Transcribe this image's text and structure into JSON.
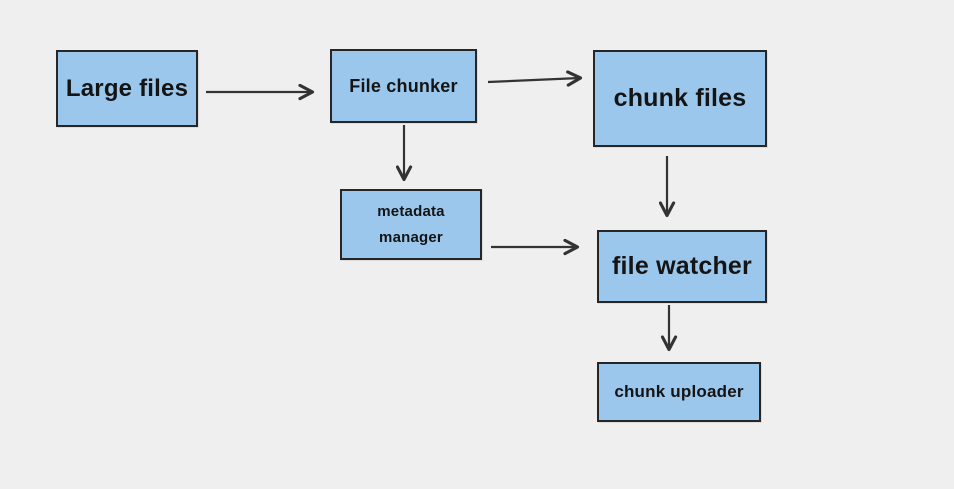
{
  "canvas": {
    "background_color": "#efefef"
  },
  "style": {
    "node_fill_color": "#9cc7ec",
    "node_border_color": "#262626",
    "arrow_color": "#333333",
    "text_color": "#141414"
  },
  "nodes": {
    "large_files": {
      "label": "Large files"
    },
    "file_chunker": {
      "label": "File chunker"
    },
    "chunk_files": {
      "label": "chunk files"
    },
    "metadata_manager": {
      "label": "metadata\nmanager"
    },
    "file_watcher": {
      "label": "file watcher"
    },
    "chunk_uploader": {
      "label": "chunk uploader"
    }
  },
  "edges": [
    {
      "from": "Large files",
      "to": "File chunker"
    },
    {
      "from": "File chunker",
      "to": "chunk files"
    },
    {
      "from": "File chunker",
      "to": "metadata manager"
    },
    {
      "from": "chunk files",
      "to": "file watcher"
    },
    {
      "from": "metadata manager",
      "to": "file watcher"
    },
    {
      "from": "file watcher",
      "to": "chunk uploader"
    }
  ]
}
